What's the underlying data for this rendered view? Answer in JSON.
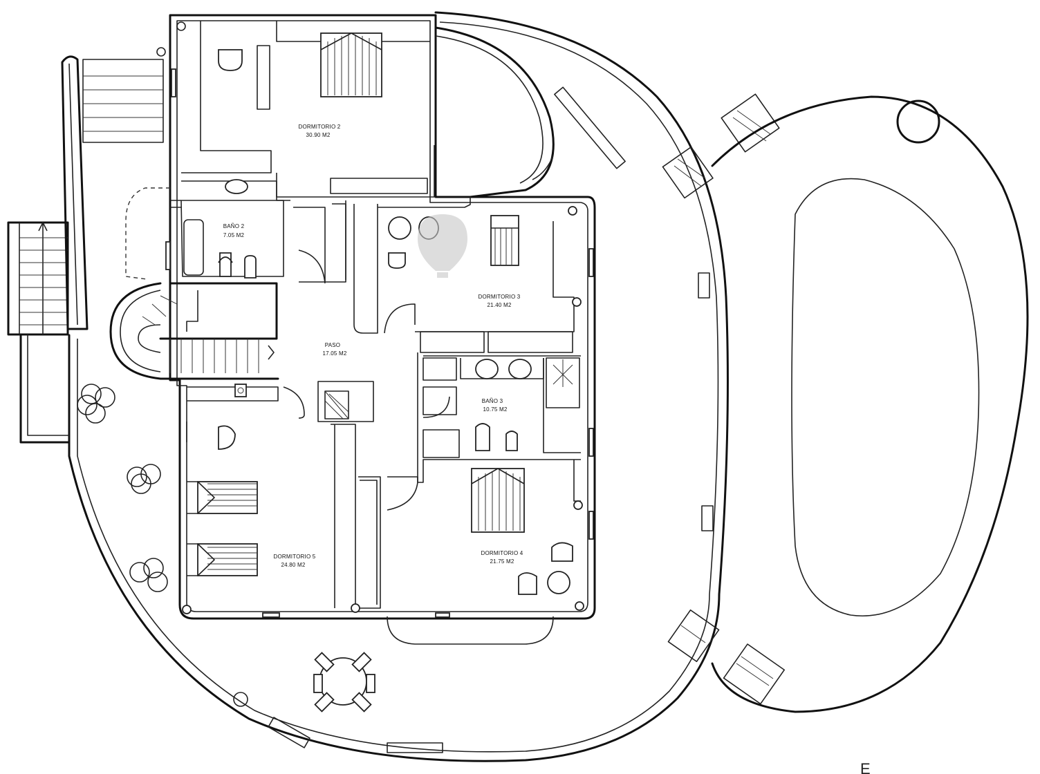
{
  "rooms": [
    {
      "id": "dormitorio-2",
      "name": "DORMITORIO 2",
      "area": "30.90 M2"
    },
    {
      "id": "bano-2",
      "name": "BAÑO 2",
      "area": "7.05 M2"
    },
    {
      "id": "dormitorio-3",
      "name": "DORMITORIO 3",
      "area": "21.40 M2"
    },
    {
      "id": "paso",
      "name": "PASO",
      "area": "17.05 M2"
    },
    {
      "id": "bano-3",
      "name": "BAÑO 3",
      "area": "10.75 M2"
    },
    {
      "id": "dormitorio-5",
      "name": "DORMITORIO 5",
      "area": "24.80 M2"
    },
    {
      "id": "dormitorio-4",
      "name": "DORMITORIO 4",
      "area": "21.75 M2"
    }
  ],
  "footer_text": "E",
  "icons": [
    "stair-arrow-icon",
    "watermark-balloon-icon"
  ]
}
